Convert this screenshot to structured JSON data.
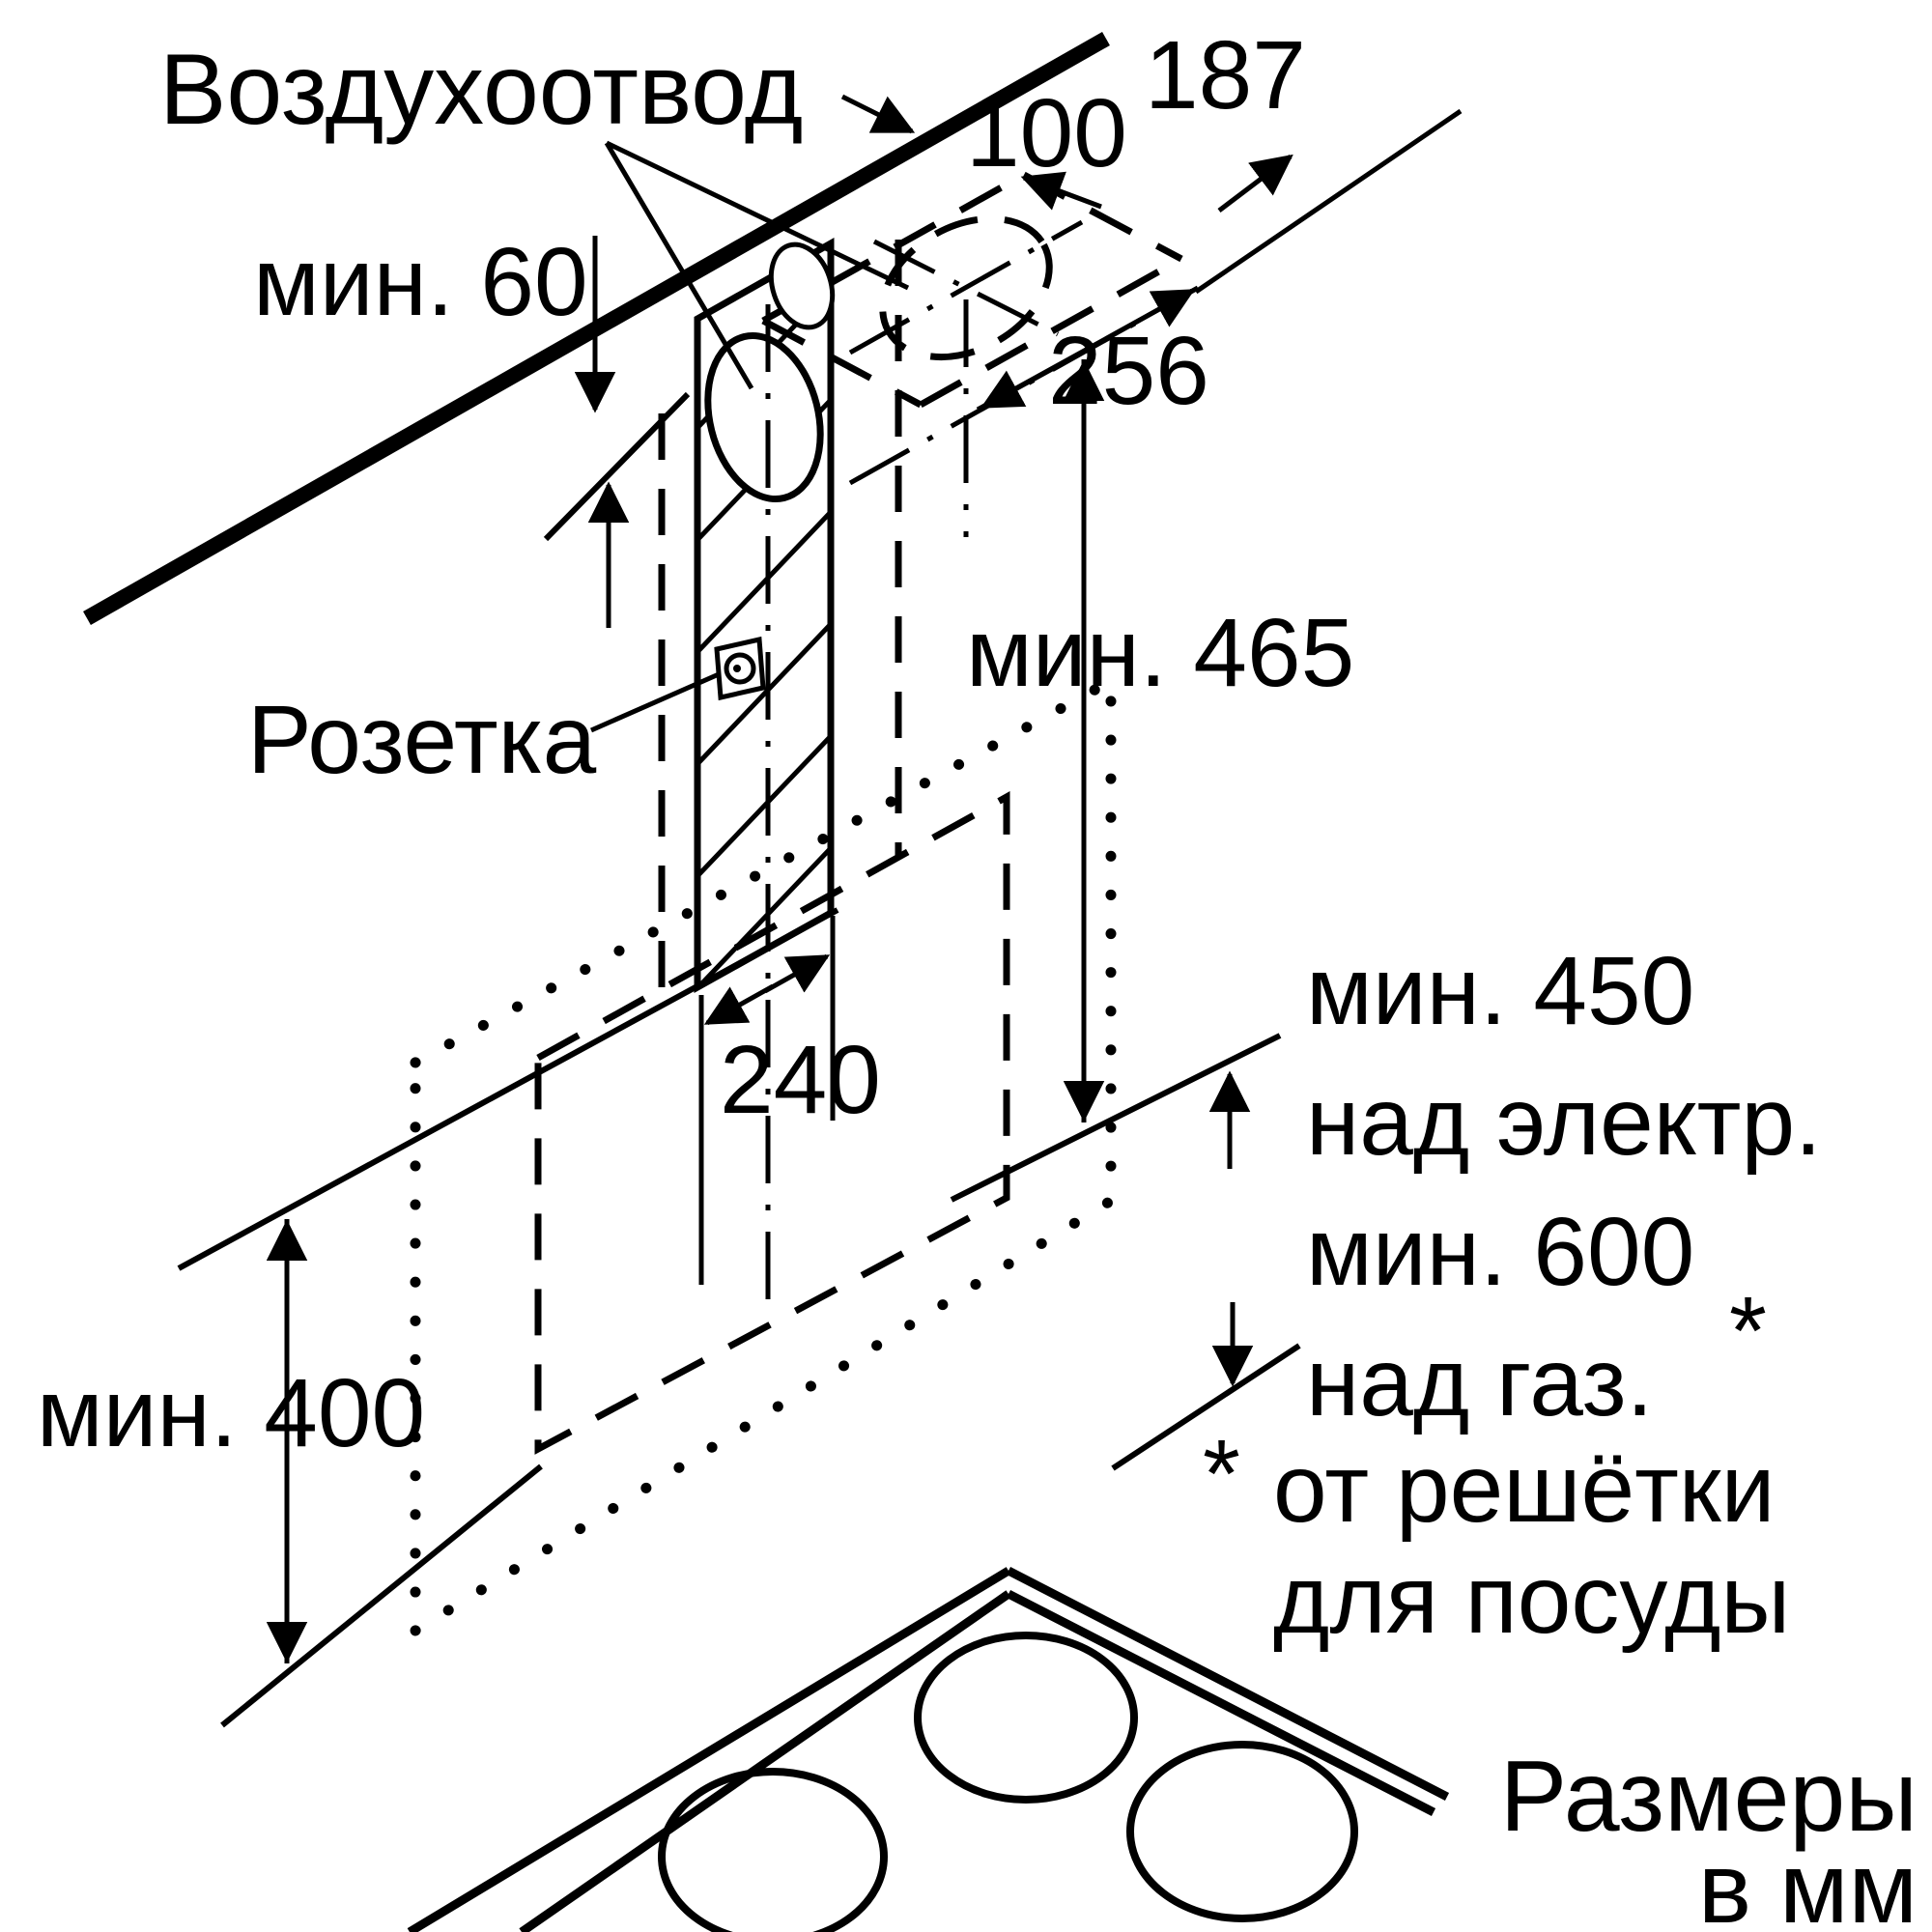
{
  "labels": {
    "vent": "Воздухоотвод",
    "socket": "Розетка"
  },
  "dimensions": {
    "min60": "мин. 60",
    "w100": "100",
    "d187": "187",
    "w256": "256",
    "min465": "мин. 465",
    "w240": "240",
    "min400": "мин. 400"
  },
  "clearances": {
    "line1": "мин. 450",
    "line2": "над электр.",
    "line3": "мин. 600",
    "line4": "над газ.",
    "star": "*"
  },
  "footnote": {
    "star": "*",
    "line1": "от решётки",
    "line2": "для посуды"
  },
  "units": {
    "line1": "Размеры",
    "line2": "в мм"
  },
  "colors": {
    "ink": "#000000",
    "background": "#ffffff"
  }
}
